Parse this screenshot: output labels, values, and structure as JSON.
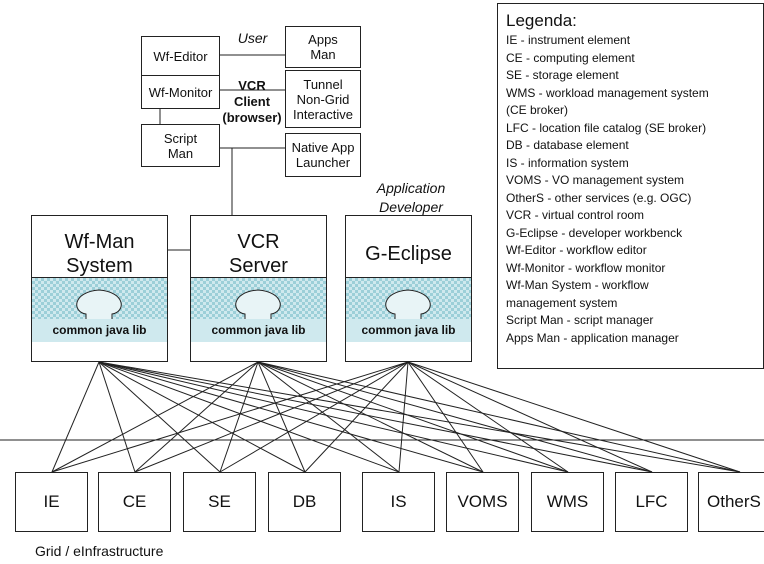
{
  "top": {
    "wf_editor": "Wf-Editor",
    "wf_monitor": "Wf-Monitor",
    "script_man": [
      "Script",
      "Man"
    ],
    "user_label": "User",
    "vcr_client": [
      "VCR",
      "Client",
      "(browser)"
    ],
    "apps_man": [
      "Apps",
      "Man"
    ],
    "tunnel": [
      "Tunnel",
      "Non-Grid",
      "Interactive"
    ],
    "native_launcher": [
      "Native App",
      "Launcher"
    ],
    "app_developer": [
      "Application",
      "Developer"
    ]
  },
  "components": [
    {
      "title": [
        "Wf-Man",
        "System"
      ],
      "lib": "common java lib"
    },
    {
      "title": [
        "VCR",
        "Server"
      ],
      "lib": "common java lib"
    },
    {
      "title": [
        "G-Eclipse"
      ],
      "lib": "common java lib"
    }
  ],
  "legend": {
    "title": "Legenda:",
    "items": [
      "IE - instrument element",
      "CE - computing element",
      "SE - storage element",
      "WMS - workload management system",
      "(CE broker)",
      "LFC - location file catalog (SE broker)",
      "DB - database element",
      "IS - information system",
      "VOMS - VO management system",
      "OtherS - other services (e.g. OGC)",
      "VCR - virtual control room",
      "G-Eclipse - developer workbenck",
      "Wf-Editor - workflow editor",
      "Wf-Monitor - workflow monitor",
      "Wf-Man System - workflow",
      "management system",
      "Script Man - script manager",
      "Apps Man - application manager"
    ]
  },
  "infrastructure": {
    "elements": [
      "IE",
      "CE",
      "SE",
      "DB",
      "IS",
      "VOMS",
      "WMS",
      "LFC",
      "OtherS"
    ],
    "caption": "Grid / eInfrastructure"
  }
}
